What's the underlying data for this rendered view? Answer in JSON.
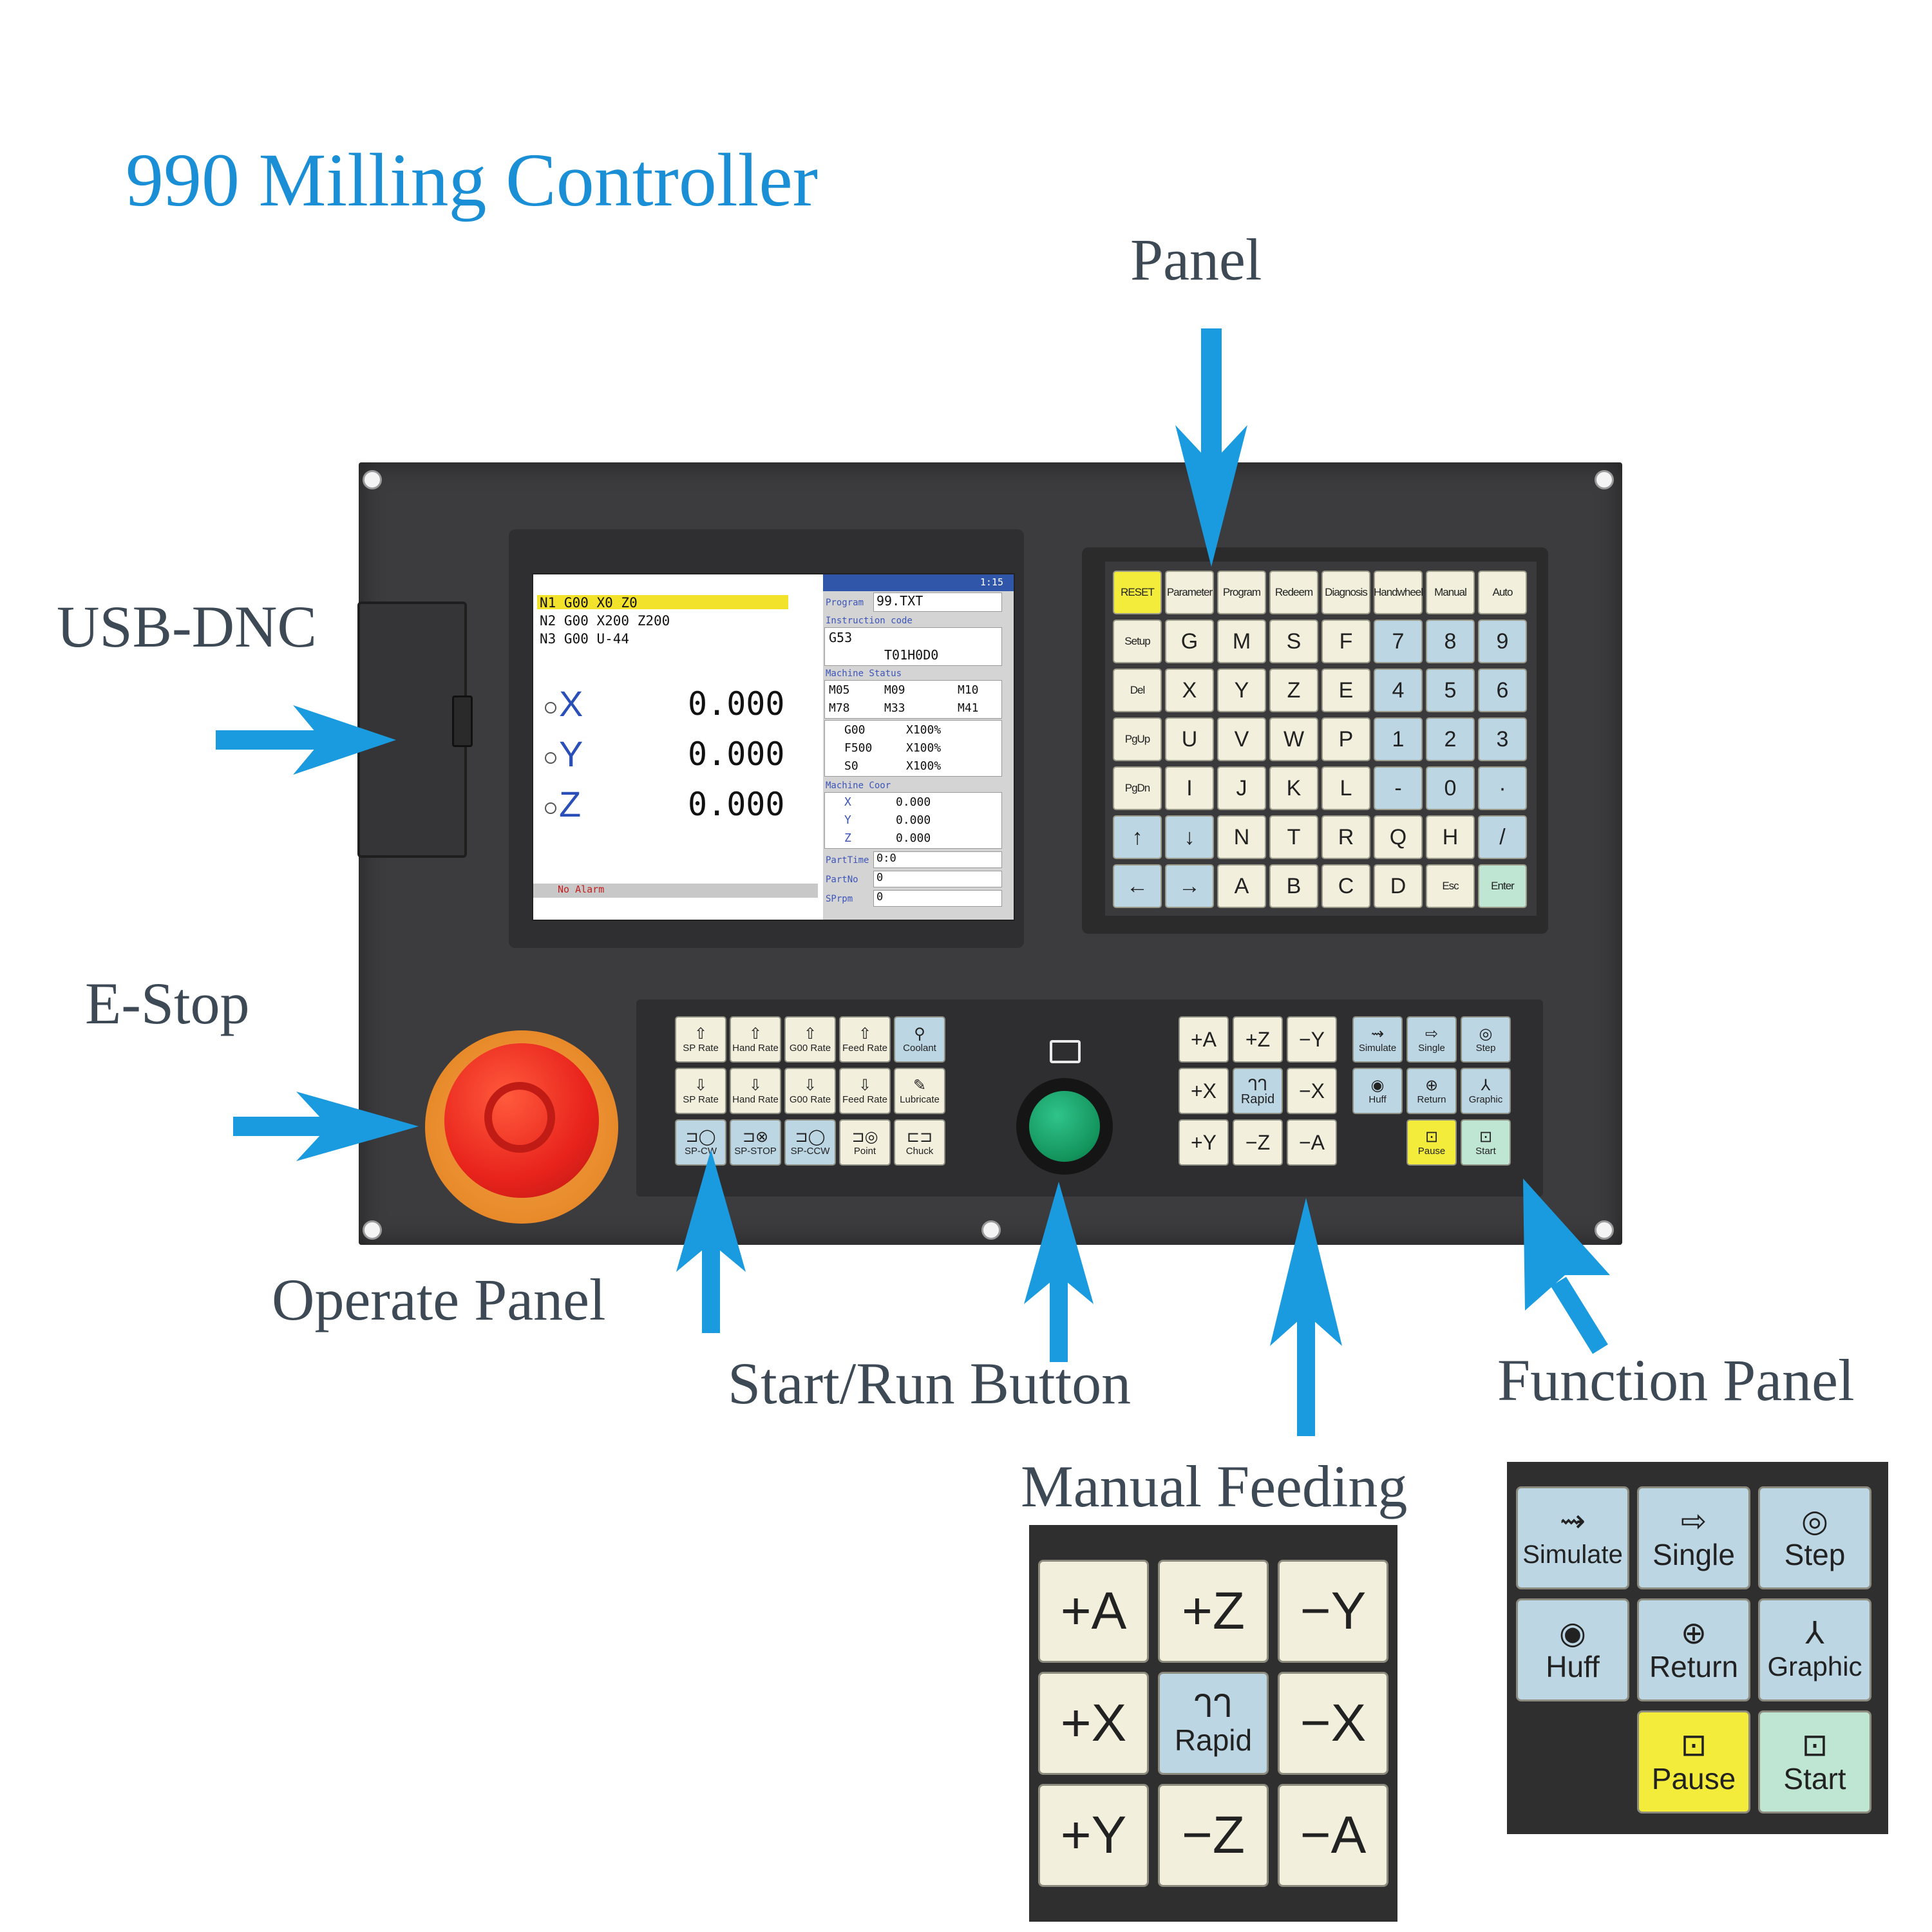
{
  "title": "990 Milling Controller",
  "labels": {
    "panel": "Panel",
    "usb_dnc": "USB-DNC",
    "e_stop": "E-Stop",
    "operate_panel": "Operate Panel",
    "start_run_button": "Start/Run Button",
    "manual_feeding": "Manual Feeding",
    "function_panel": "Function Panel"
  },
  "screen": {
    "clock": "1:15",
    "program_lines": [
      "N1 G00 X0 Z0",
      "N2 G00 X200 Z200",
      "N3 G00 U-44"
    ],
    "axes": [
      {
        "axis": "X",
        "value": "0.000"
      },
      {
        "axis": "Y",
        "value": "0.000"
      },
      {
        "axis": "Z",
        "value": "0.000"
      }
    ],
    "alarm": "No Alarm",
    "program_label": "Program",
    "program_value": "99.TXT",
    "instruction_label": "Instruction code",
    "instruction_lines": [
      "G53",
      "T01H0D0"
    ],
    "status_label": "Machine Status",
    "status_rows": [
      [
        "M05",
        "M09",
        "M10"
      ],
      [
        "M78",
        "M33",
        "M41"
      ]
    ],
    "rates": [
      [
        "G00",
        "X100%"
      ],
      [
        "F500",
        "X100%"
      ],
      [
        "S0",
        "X100%"
      ]
    ],
    "coor_label": "Machine Coor",
    "coor": [
      [
        "X",
        "0.000"
      ],
      [
        "Y",
        "0.000"
      ],
      [
        "Z",
        "0.000"
      ]
    ],
    "parttime_label": "PartTime",
    "parttime_value": "0:0",
    "partno_label": "PartNo",
    "partno_value": "0",
    "sprpm_label": "SPrpm",
    "sprpm_value": "0"
  },
  "keyboard": {
    "rows": [
      [
        "RESET",
        "Parameter",
        "Program",
        "Redeem",
        "Diagnosis",
        "Handwheel",
        "Manual",
        "Auto"
      ],
      [
        "Setup",
        "G",
        "M",
        "S",
        "F",
        "7",
        "8",
        "9"
      ],
      [
        "Del",
        "X",
        "Y",
        "Z",
        "E",
        "4",
        "5",
        "6"
      ],
      [
        "PgUp",
        "U",
        "V",
        "W",
        "P",
        "1",
        "2",
        "3"
      ],
      [
        "PgDn",
        "I",
        "J",
        "K",
        "L",
        "-",
        "0",
        "·"
      ],
      [
        "↑",
        "↓",
        "N",
        "T",
        "R",
        "Q",
        "H",
        "/"
      ],
      [
        "←",
        "→",
        "A",
        "B",
        "C",
        "D",
        "Esc",
        "Enter"
      ]
    ]
  },
  "operate_panel": [
    [
      {
        "icon": "⇧",
        "label": "SP Rate"
      },
      {
        "icon": "⇧",
        "label": "Hand Rate"
      },
      {
        "icon": "⇧",
        "label": "G00 Rate"
      },
      {
        "icon": "⇧",
        "label": "Feed Rate"
      },
      {
        "icon": "⚲",
        "label": "Coolant"
      }
    ],
    [
      {
        "icon": "⇩",
        "label": "SP Rate"
      },
      {
        "icon": "⇩",
        "label": "Hand Rate"
      },
      {
        "icon": "⇩",
        "label": "G00 Rate"
      },
      {
        "icon": "⇩",
        "label": "Feed Rate"
      },
      {
        "icon": "✎",
        "label": "Lubricate"
      }
    ],
    [
      {
        "icon": "⊐◯",
        "label": "SP-CW"
      },
      {
        "icon": "⊐⊗",
        "label": "SP-STOP"
      },
      {
        "icon": "⊐◯",
        "label": "SP-CCW"
      },
      {
        "icon": "⊐◎",
        "label": "Point"
      },
      {
        "icon": "⊏⊐",
        "label": "Chuck"
      }
    ]
  ],
  "manual_keys": [
    [
      {
        "label": "+A"
      },
      {
        "label": "+Z"
      },
      {
        "label": "−Y"
      }
    ],
    [
      {
        "label": "+X"
      },
      {
        "label": "Rapid",
        "icon": "ᒉᒉ"
      },
      {
        "label": "−X"
      }
    ],
    [
      {
        "label": "+Y"
      },
      {
        "label": "−Z"
      },
      {
        "label": "−A"
      }
    ]
  ],
  "function_keys": [
    [
      {
        "label": "Simulate",
        "icon": "⇝"
      },
      {
        "label": "Single",
        "icon": "⇨"
      },
      {
        "label": "Step",
        "icon": "◎"
      }
    ],
    [
      {
        "label": "Huff",
        "icon": "◉"
      },
      {
        "label": "Return",
        "icon": "⊕"
      },
      {
        "label": "Graphic",
        "icon": "⅄"
      }
    ],
    [
      null,
      {
        "label": "Pause",
        "icon": "⊡"
      },
      {
        "label": "Start",
        "icon": "⊡"
      }
    ]
  ],
  "colors": {
    "title": "#1a8fd6",
    "arrow": "#1a9be0",
    "panel_body": "#3c3c3e",
    "key_cream": "#f2efdc",
    "key_blue": "#bcd6e4",
    "key_yellow": "#f3ec3a",
    "key_green": "#bfe6d3",
    "estop_red": "#e8231c",
    "run_green": "#13935c"
  }
}
